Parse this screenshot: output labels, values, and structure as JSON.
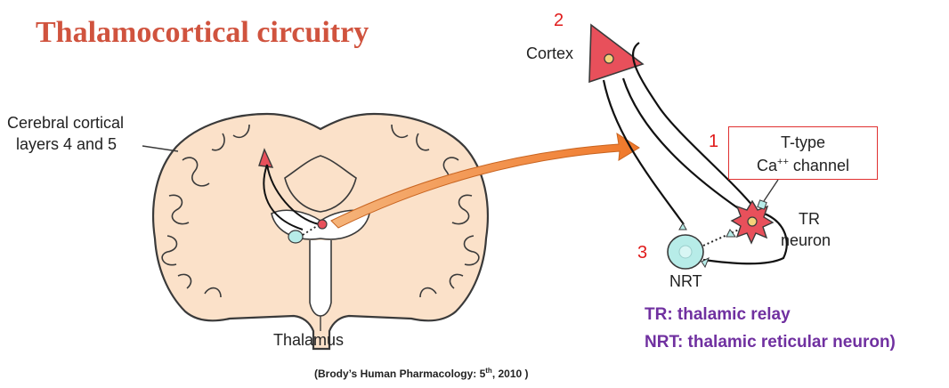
{
  "title": "Thalamocortical circuitry",
  "labels": {
    "cerebral_cortical": "Cerebral cortical",
    "layers": "layers 4 and 5",
    "thalamus": "Thalamus",
    "cortex": "Cortex",
    "ttype_line1": "T-type",
    "ttype_line2_base": "Ca",
    "ttype_line2_sup": "++",
    "ttype_line2_rest": " channel",
    "tr": "TR",
    "neuron": "neuron",
    "nrt": "NRT"
  },
  "numbers": {
    "n1": "1",
    "n2": "2",
    "n3": "3"
  },
  "legend": {
    "tr": "TR: thalamic relay",
    "nrt": "NRT: thalamic reticular neuron)"
  },
  "citation": {
    "pre": "(Brody’s Human Pharmacology: 5",
    "sup": "th",
    "post": ", 2010 )"
  },
  "colors": {
    "title": "#d0533e",
    "tissue": "#fbe1c9",
    "outline": "#3a3a3a",
    "arrow": "#f08a3c",
    "neuron": "#e8505b",
    "nrt": "#b7ece8",
    "legend": "#7030a0",
    "number": "#e01b1b"
  }
}
